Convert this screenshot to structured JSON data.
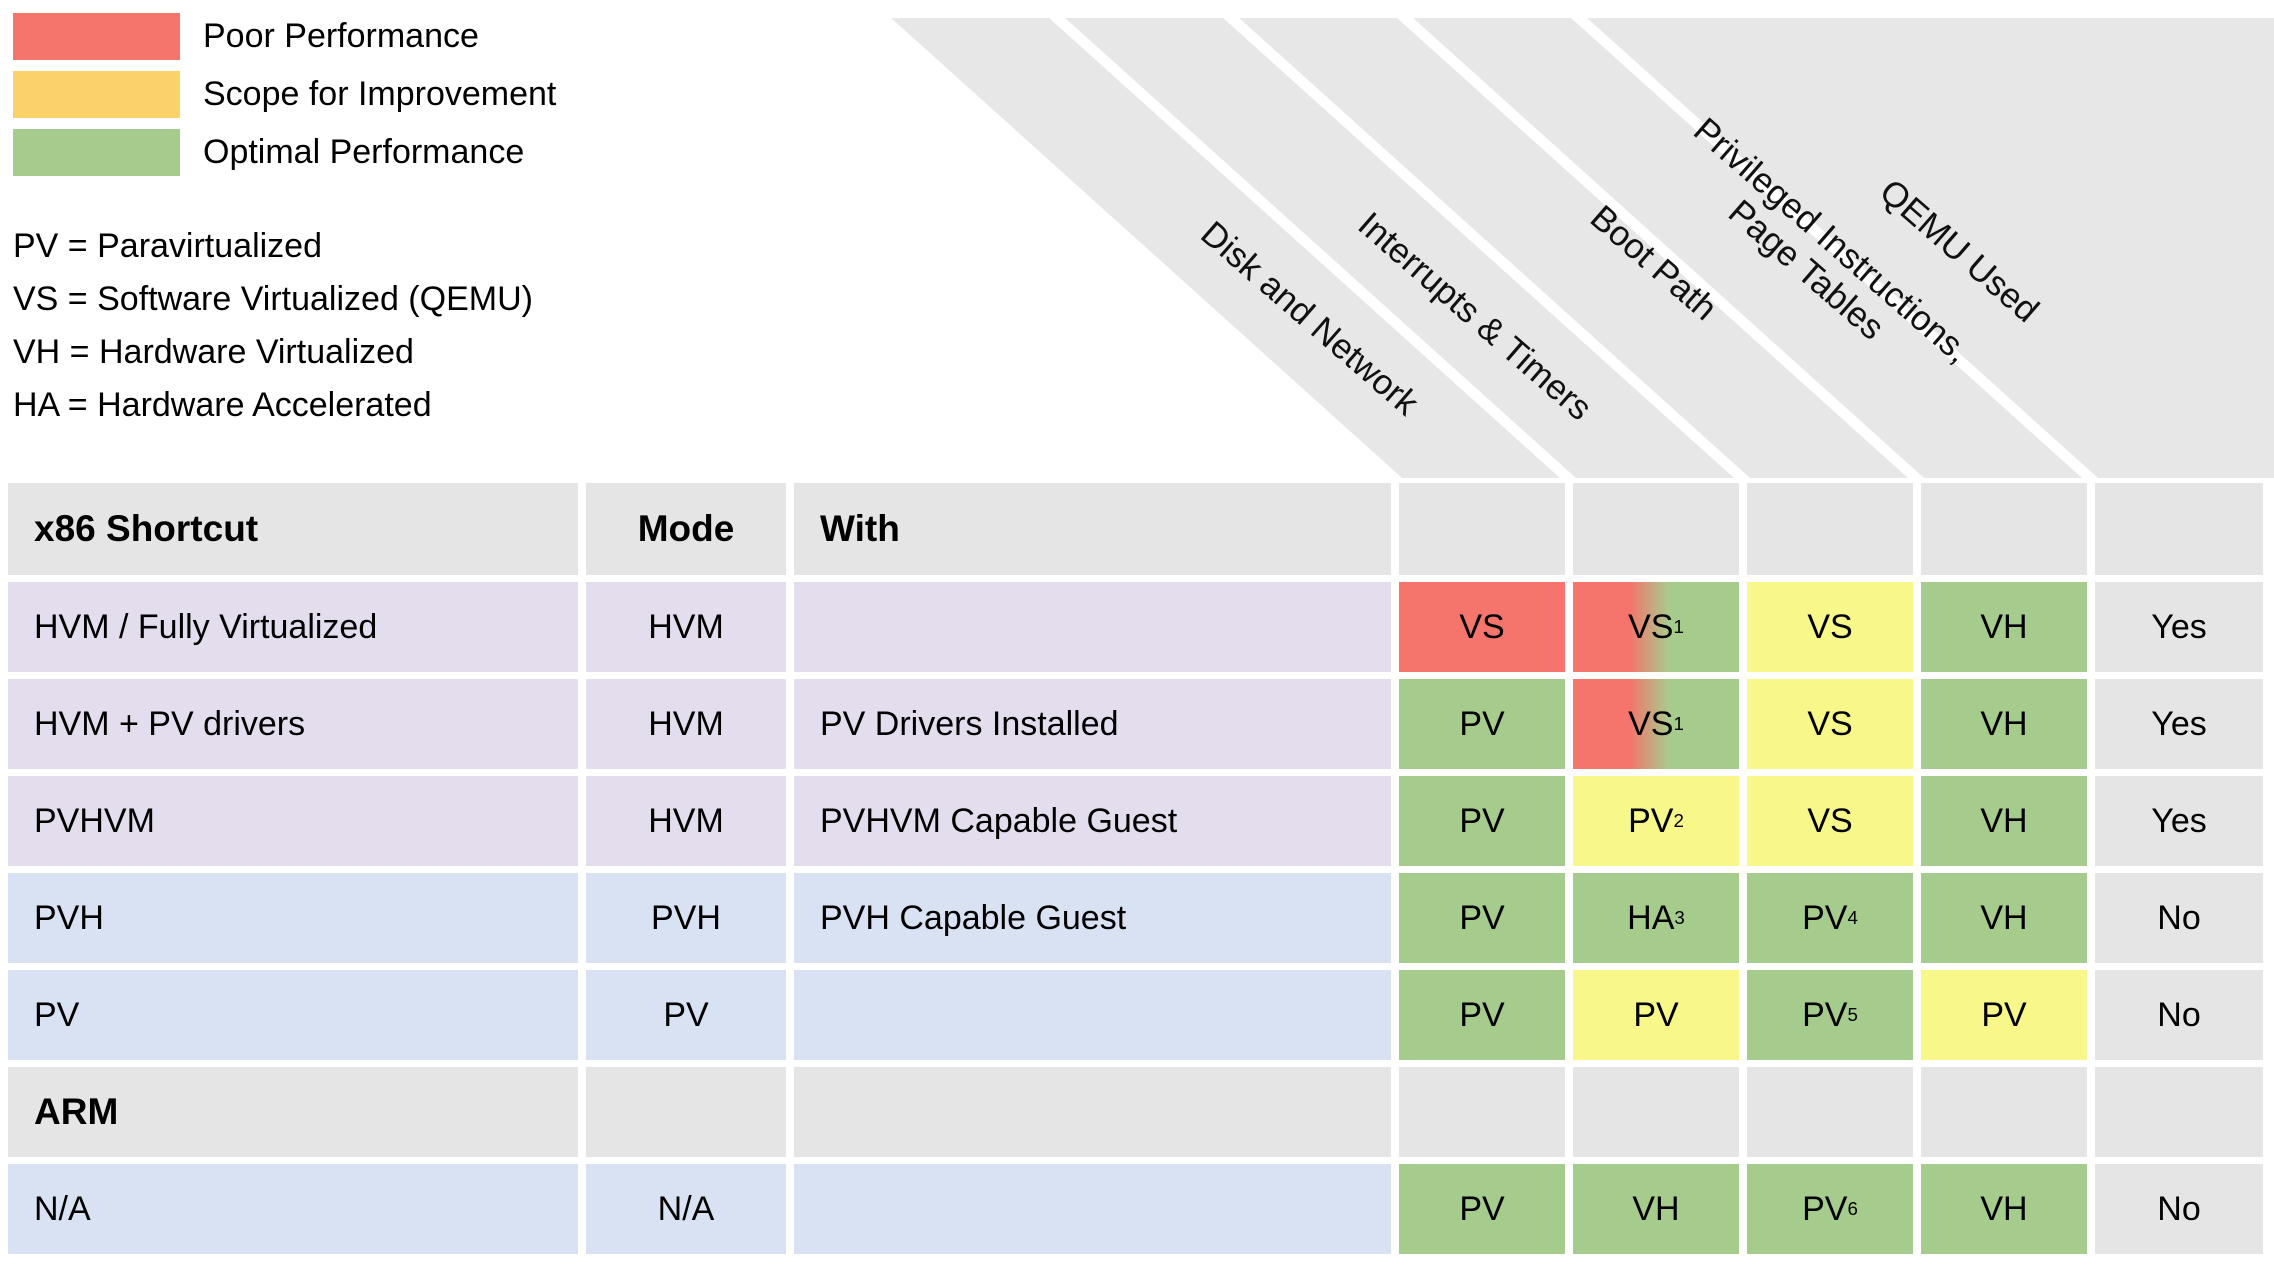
{
  "legend": {
    "items": [
      {
        "id": "poor-performance",
        "label": "Poor Performance",
        "color": "#f5746c"
      },
      {
        "id": "scope-for-improvement",
        "label": "Scope for Improvement",
        "color": "#fbd269"
      },
      {
        "id": "optimal-performance",
        "label": "Optimal Performance",
        "color": "#a6cc8d"
      }
    ]
  },
  "abbreviations": [
    "PV = Paravirtualized",
    "VS = Software Virtualized (QEMU)",
    "VH = Hardware Virtualized",
    "HA = Hardware Accelerated"
  ],
  "diagonal_headers": [
    {
      "id": "disk-and-network",
      "lines": [
        "Disk and Network"
      ]
    },
    {
      "id": "interrupts-timers",
      "lines": [
        "Interrupts & Timers"
      ]
    },
    {
      "id": "boot-path",
      "lines": [
        "Boot Path"
      ]
    },
    {
      "id": "privileged-instructions-page-tables",
      "lines": [
        "Privileged Instructions,",
        "Page Tables"
      ]
    },
    {
      "id": "qemu-used",
      "lines": [
        "QEMU Used"
      ]
    }
  ],
  "table": {
    "headers": {
      "shortcut": "x86 Shortcut",
      "mode": "Mode",
      "with": "With"
    },
    "rows": [
      {
        "type": "data",
        "tint": "purple",
        "shortcut": "HVM / Fully Virtualized",
        "mode": "HVM",
        "with": "",
        "perf": [
          {
            "text": "VS",
            "bg": "red"
          },
          {
            "text": "VS",
            "sup": "1",
            "bg": "gradient"
          },
          {
            "text": "VS",
            "bg": "yellow"
          },
          {
            "text": "VH",
            "bg": "green"
          }
        ],
        "qemu": "Yes"
      },
      {
        "type": "data",
        "tint": "purple",
        "shortcut": "HVM + PV drivers",
        "mode": "HVM",
        "with": "PV Drivers Installed",
        "perf": [
          {
            "text": "PV",
            "bg": "green"
          },
          {
            "text": "VS",
            "sup": "1",
            "bg": "gradient"
          },
          {
            "text": "VS",
            "bg": "yellow"
          },
          {
            "text": "VH",
            "bg": "green"
          }
        ],
        "qemu": "Yes"
      },
      {
        "type": "data",
        "tint": "purple",
        "shortcut": "PVHVM",
        "mode": "HVM",
        "with": "PVHVM Capable Guest",
        "perf": [
          {
            "text": "PV",
            "bg": "green"
          },
          {
            "text": "PV",
            "sup": "2",
            "bg": "yellow"
          },
          {
            "text": "VS",
            "bg": "yellow"
          },
          {
            "text": "VH",
            "bg": "green"
          }
        ],
        "qemu": "Yes"
      },
      {
        "type": "data",
        "tint": "blue",
        "shortcut": "PVH",
        "mode": "PVH",
        "with": "PVH Capable Guest",
        "perf": [
          {
            "text": "PV",
            "bg": "green"
          },
          {
            "text": "HA",
            "sup": "3",
            "bg": "green"
          },
          {
            "text": "PV",
            "sup": "4",
            "bg": "green"
          },
          {
            "text": "VH",
            "bg": "green"
          }
        ],
        "qemu": "No"
      },
      {
        "type": "data",
        "tint": "blue",
        "shortcut": "PV",
        "mode": "PV",
        "with": "",
        "perf": [
          {
            "text": "PV",
            "bg": "green"
          },
          {
            "text": "PV",
            "bg": "yellow"
          },
          {
            "text": "PV",
            "sup": "5",
            "bg": "green"
          },
          {
            "text": "PV",
            "bg": "yellow"
          }
        ],
        "qemu": "No"
      },
      {
        "type": "section",
        "label": "ARM"
      },
      {
        "type": "data",
        "tint": "blue",
        "shortcut": "N/A",
        "mode": "N/A",
        "with": "",
        "perf": [
          {
            "text": "PV",
            "bg": "green"
          },
          {
            "text": "VH",
            "bg": "green"
          },
          {
            "text": "PV",
            "sup": "6",
            "bg": "green"
          },
          {
            "text": "VH",
            "bg": "green"
          }
        ],
        "qemu": "No"
      }
    ]
  },
  "colors": {
    "poor": "#f5746c",
    "scope_legend": "#fbd269",
    "scope_cell": "#f8f88a",
    "optimal": "#a6cc8d",
    "row_purple": "#e3ddee",
    "row_blue": "#d9e2f3",
    "gray": "#e5e5e5",
    "stripe_gray": "#e7e7e7"
  }
}
